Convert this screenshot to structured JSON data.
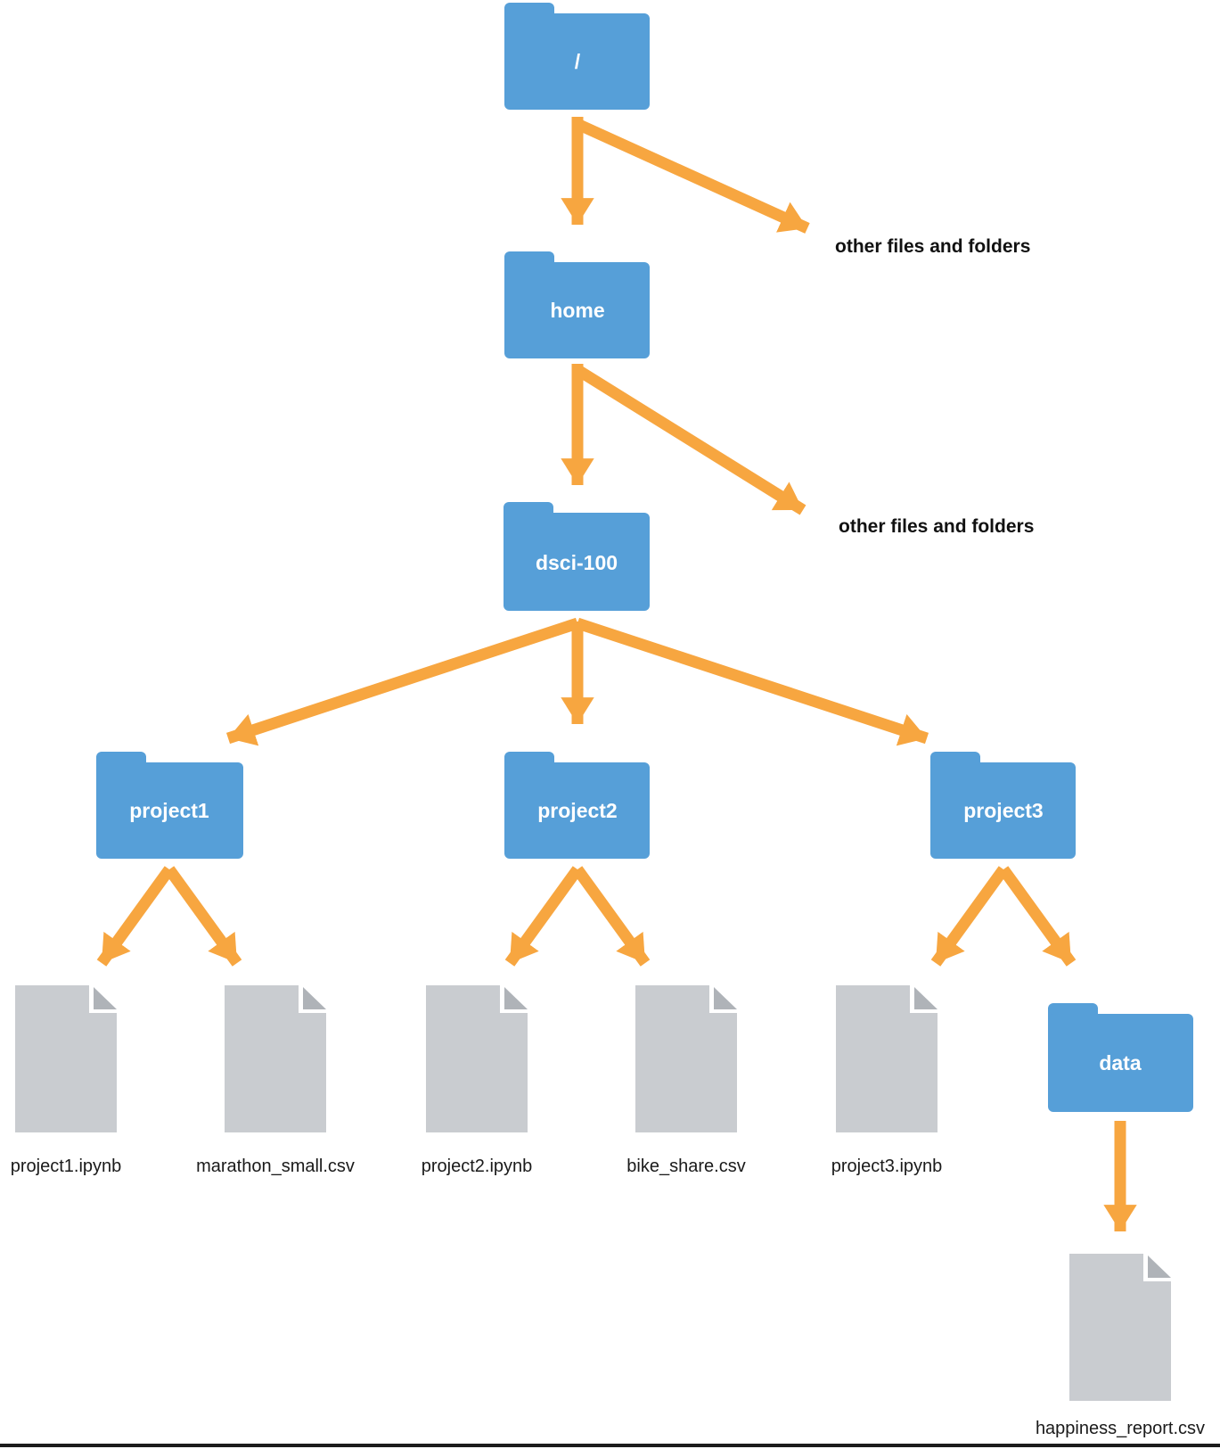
{
  "diagram": {
    "title_hint": "file system hierarchy diagram",
    "colors": {
      "folder_blue": "#569FD8",
      "arrow_orange": "#F7A640",
      "file_gray": "#C9CCD0",
      "fold_gray": "#AFB3B8",
      "text_dark": "#1A1A1A",
      "bottom_rule": "#1C1C1C"
    },
    "labels": {
      "root": "/",
      "home": "home",
      "dsci": "dsci-100",
      "project1": "project1",
      "project2": "project2",
      "project3": "project3",
      "data": "data",
      "file_project1": "project1.ipynb",
      "file_marathon": "marathon_small.csv",
      "file_project2": "project2.ipynb",
      "file_bike": "bike_share.csv",
      "file_project3": "project3.ipynb",
      "file_happiness": "happiness_report.csv",
      "other1": "other files and folders",
      "other2": "other files and folders"
    },
    "tree": {
      "name": "/",
      "children": [
        {
          "name": "home",
          "children": [
            {
              "name": "dsci-100",
              "children": [
                {
                  "name": "project1",
                  "children": [
                    "project1.ipynb",
                    "marathon_small.csv"
                  ]
                },
                {
                  "name": "project2",
                  "children": [
                    "project2.ipynb",
                    "bike_share.csv"
                  ]
                },
                {
                  "name": "project3",
                  "children": [
                    "project3.ipynb",
                    {
                      "name": "data",
                      "children": [
                        "happiness_report.csv"
                      ]
                    }
                  ]
                }
              ]
            },
            "other files and folders"
          ]
        },
        "other files and folders"
      ]
    }
  }
}
